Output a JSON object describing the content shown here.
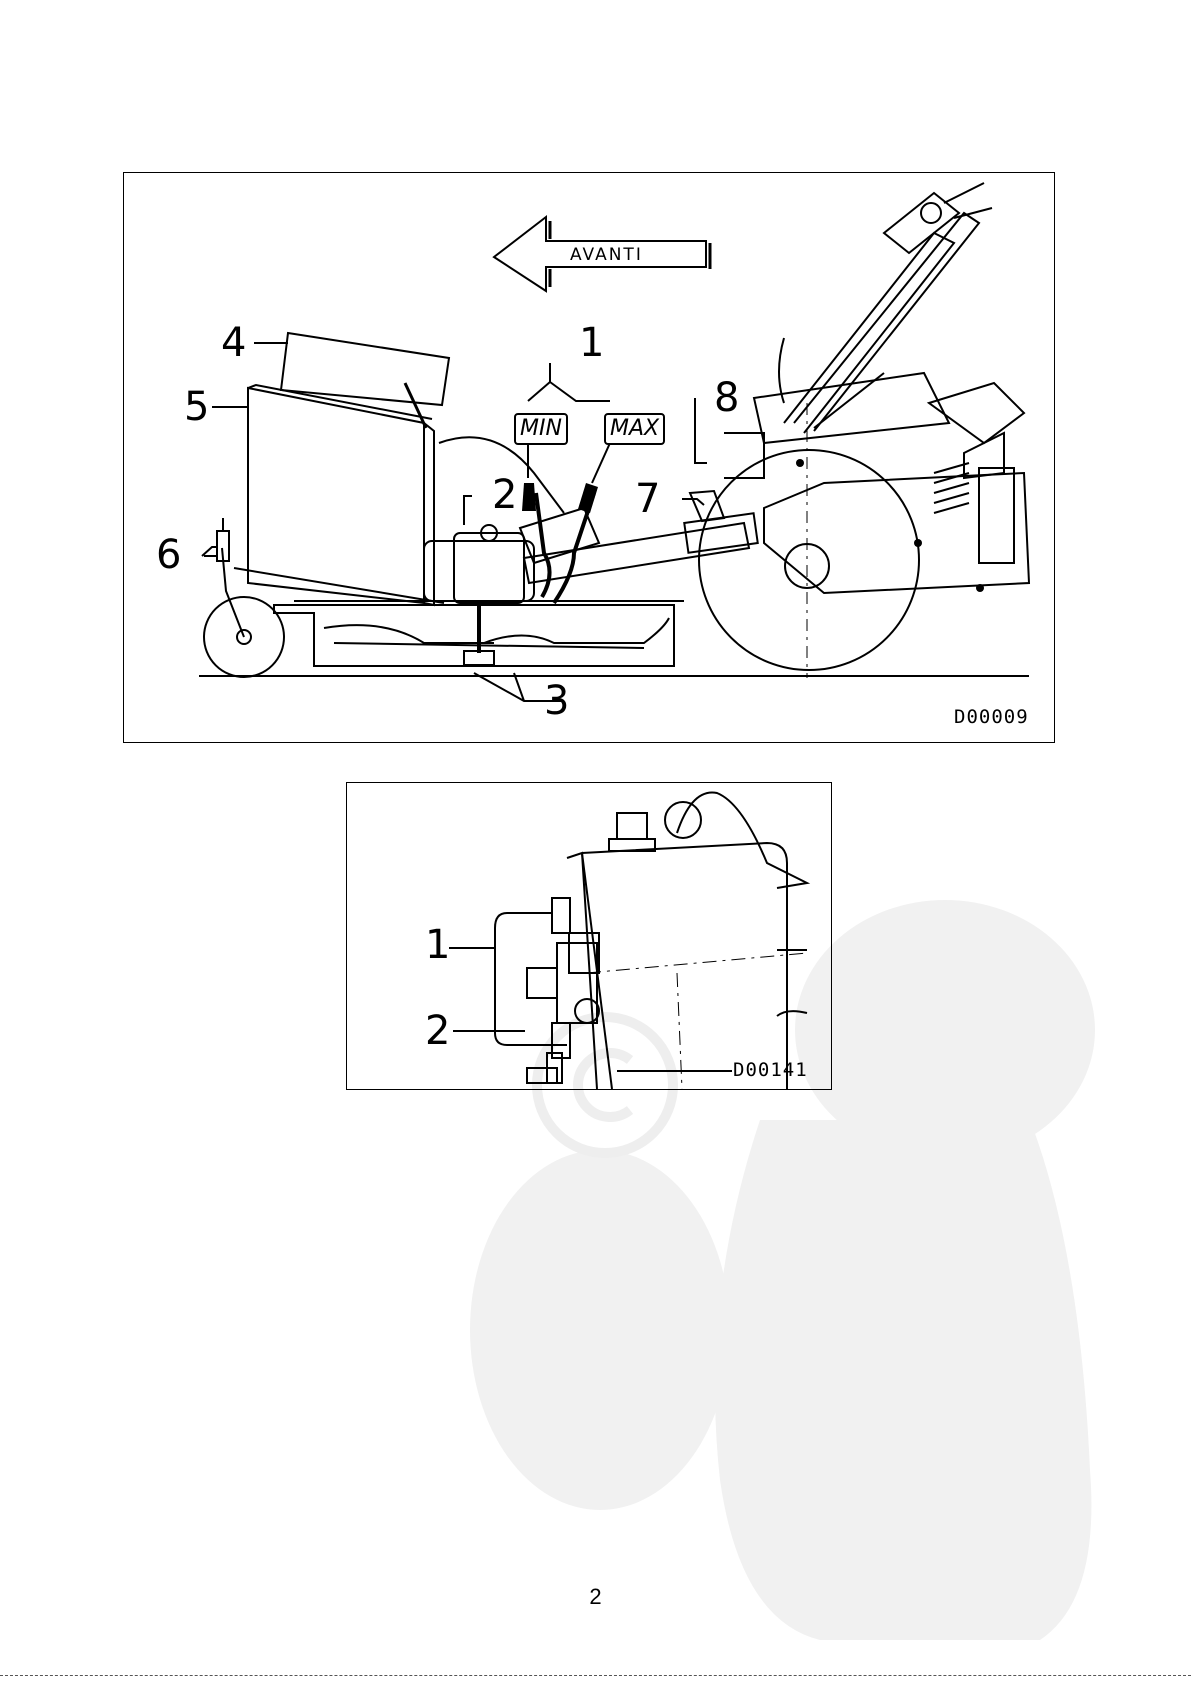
{
  "figure1": {
    "code": "D00009",
    "direction_label": "AVANTI",
    "lever_labels": {
      "min": "MIN",
      "max": "MAX"
    },
    "callouts": [
      "1",
      "2",
      "3",
      "4",
      "5",
      "6",
      "7",
      "8"
    ]
  },
  "figure2": {
    "code": "D00141",
    "callouts": [
      "1",
      "2"
    ]
  },
  "page_number": "2"
}
